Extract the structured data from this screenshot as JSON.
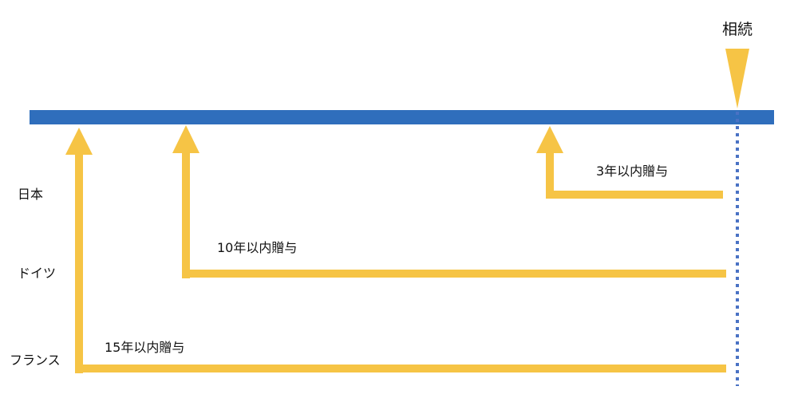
{
  "title": "相続",
  "countries": [
    {
      "label": "日本",
      "period": "3年以内贈与"
    },
    {
      "label": "ドイツ",
      "period": "10年以内贈与"
    },
    {
      "label": "フランス",
      "period": "15年以内贈与"
    }
  ],
  "colors": {
    "timeline": "#2f6ebc",
    "arrow": "#f6c445",
    "dotted": "#4a72c4",
    "text": "#111111"
  }
}
